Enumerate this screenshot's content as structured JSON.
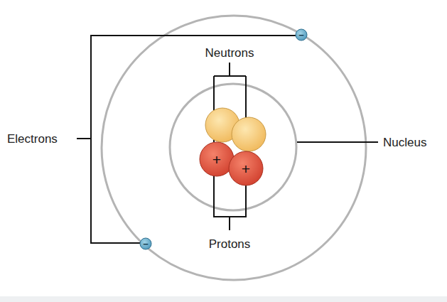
{
  "diagram": {
    "labels": [
      "−",
      "Neutrons",
      "Electrons",
      "Nucleus",
      "+",
      "+",
      "Protons",
      "−"
    ]
  }
}
